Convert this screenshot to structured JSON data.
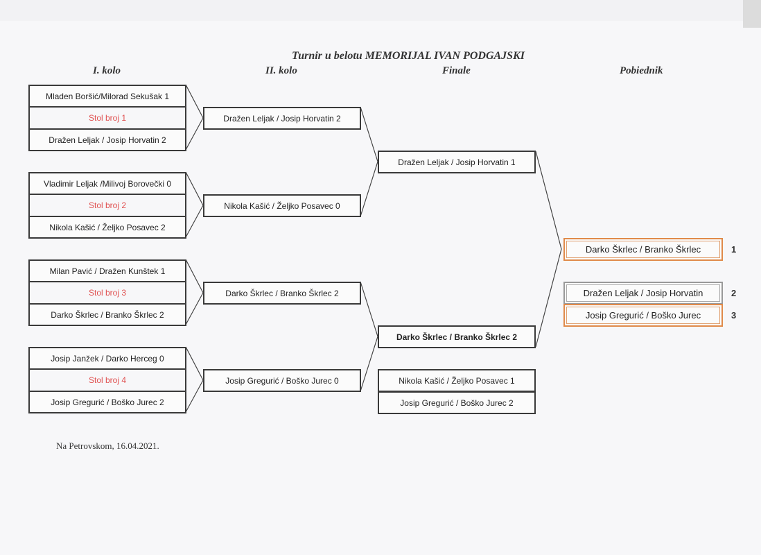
{
  "title": "Turnir u belotu MEMORIJAL IVAN PODGAJSKI",
  "headers": {
    "round1": "I. kolo",
    "round2": "II. kolo",
    "final": "Finale",
    "winner": "Pobiednik"
  },
  "round1": [
    {
      "team_a": "Mladen Boršić/Milorad Sekušak 1",
      "table": "Stol broj 1",
      "team_b": "Dražen Leljak / Josip Horvatin 2"
    },
    {
      "team_a": "Vladimir Leljak /Milivoj Borovečki 0",
      "table": "Stol broj 2",
      "team_b": "Nikola Kašić / Željko Posavec 2"
    },
    {
      "team_a": "Milan Pavić /  Dražen Kunštek 1",
      "table": "Stol broj 3",
      "team_b": "Darko Škrlec / Branko Škrlec 2"
    },
    {
      "team_a": "Josip Janžek / Darko Herceg 0",
      "table": "Stol broj 4",
      "team_b": "Josip Gregurić / Boško Jurec 2"
    }
  ],
  "round2": [
    "Dražen Leljak / Josip Horvatin 2",
    "Nikola Kašić / Željko Posavec 0",
    "Darko Škrlec / Branko Škrlec  2",
    "Josip Gregurić / Boško Jurec  0"
  ],
  "final": [
    "Dražen Leljak / Josip Horvatin 1",
    "Darko Škrlec / Branko Škrlec 2"
  ],
  "third_place": [
    "Nikola Kašić / Željko Posavec 1",
    "Josip Gregurić / Boško Jurec  2"
  ],
  "standings": [
    {
      "name": "Darko Škrlec / Branko Škrlec",
      "rank": "1"
    },
    {
      "name": "Dražen Leljak / Josip Horvatin",
      "rank": "2"
    },
    {
      "name": "Josip Gregurić / Boško Jurec",
      "rank": "3"
    }
  ],
  "footer": "Na Petrovskom, 16.04.2021.",
  "colors": {
    "table_label": "#e05050",
    "winner_border": "#e08a4a"
  }
}
